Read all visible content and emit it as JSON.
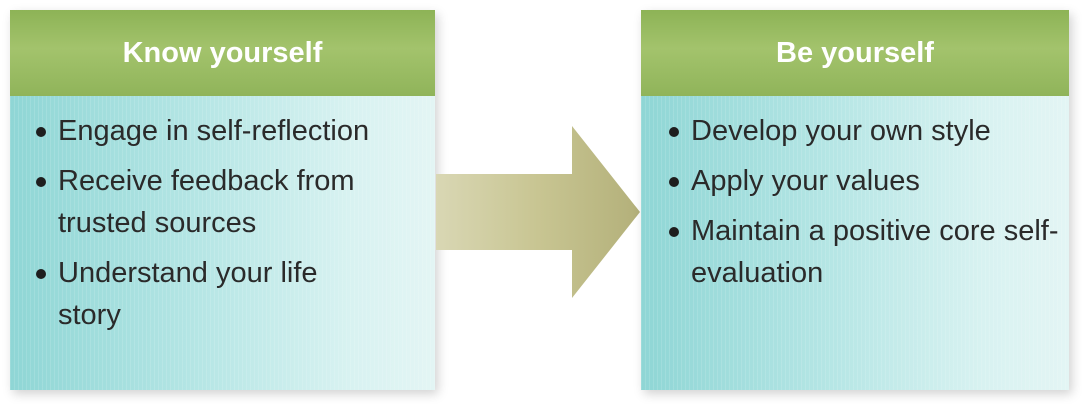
{
  "left_box": {
    "title": "Know yourself",
    "items": [
      "Engage in self-reflection",
      "Receive feedback from trusted sources",
      "Understand your life story"
    ]
  },
  "right_box": {
    "title": "Be yourself",
    "items": [
      "Develop your own style",
      "Apply your values",
      "Maintain a positive core self-evaluation"
    ]
  },
  "colors": {
    "header_green": "#9bbd62",
    "body_teal": "#8fd6d5",
    "arrow_khaki": "#c5c28a"
  }
}
